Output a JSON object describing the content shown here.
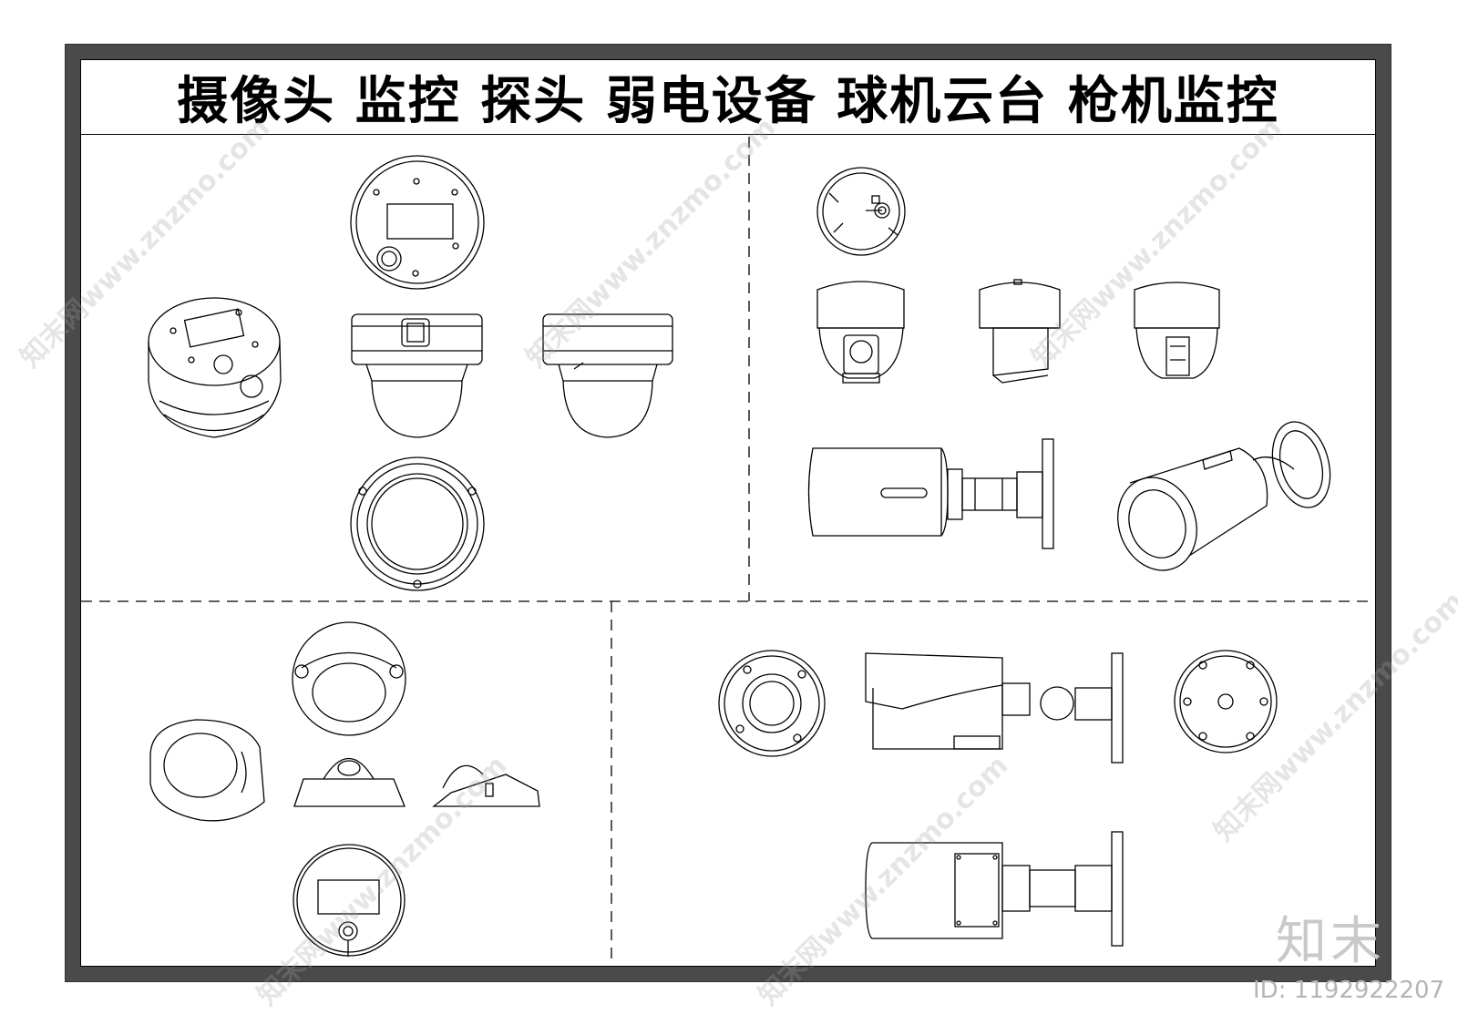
{
  "title": "摄像头  监控  探头  弱电设备  球机云台  枪机监控",
  "watermark": {
    "logo": "知末",
    "id_label": "ID: 1192922207",
    "site": "知末网www.znzmo.com"
  },
  "colors": {
    "frame": "#4a4a4a",
    "line": "#000000",
    "watermark": "#c9c9c9"
  }
}
